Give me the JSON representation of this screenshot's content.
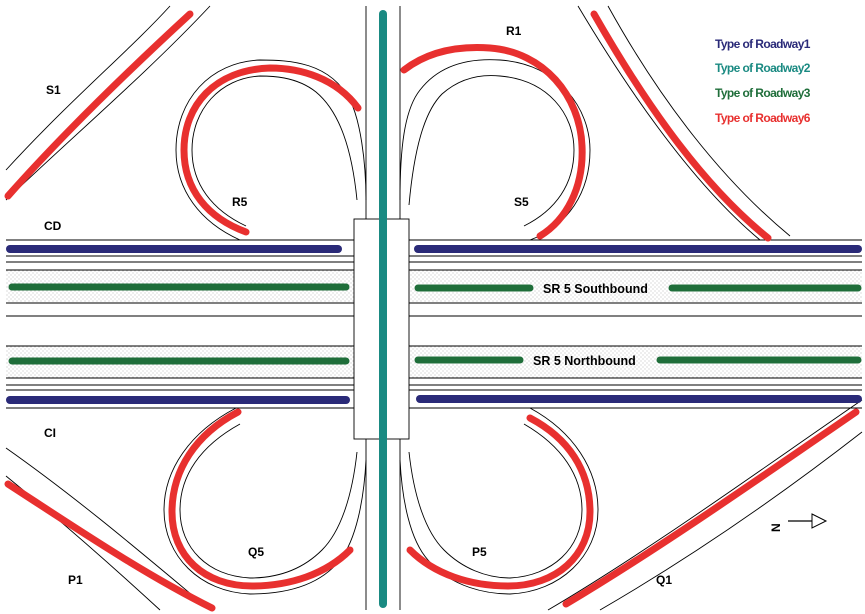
{
  "legend": [
    {
      "label": "Type of Roadway1",
      "color": "#2a2a78"
    },
    {
      "label": "Type of Roadway2",
      "color": "#1a8a82"
    },
    {
      "label": "Type of Roadway3",
      "color": "#1f6e3a"
    },
    {
      "label": "Type of Roadway6",
      "color": "#e8302f"
    }
  ],
  "ramps": {
    "r1": "R1",
    "s1": "S1",
    "r5": "R5",
    "s5": "S5",
    "cd": "CD",
    "ci": "CI",
    "q5": "Q5",
    "p5": "P5",
    "p1": "P1",
    "q1": "Q1"
  },
  "lanes": {
    "southbound": "SR 5 Southbound",
    "northbound": "SR 5 Northbound"
  },
  "north_arrow": {
    "letter": "N",
    "icon": "arrow-right-icon"
  }
}
